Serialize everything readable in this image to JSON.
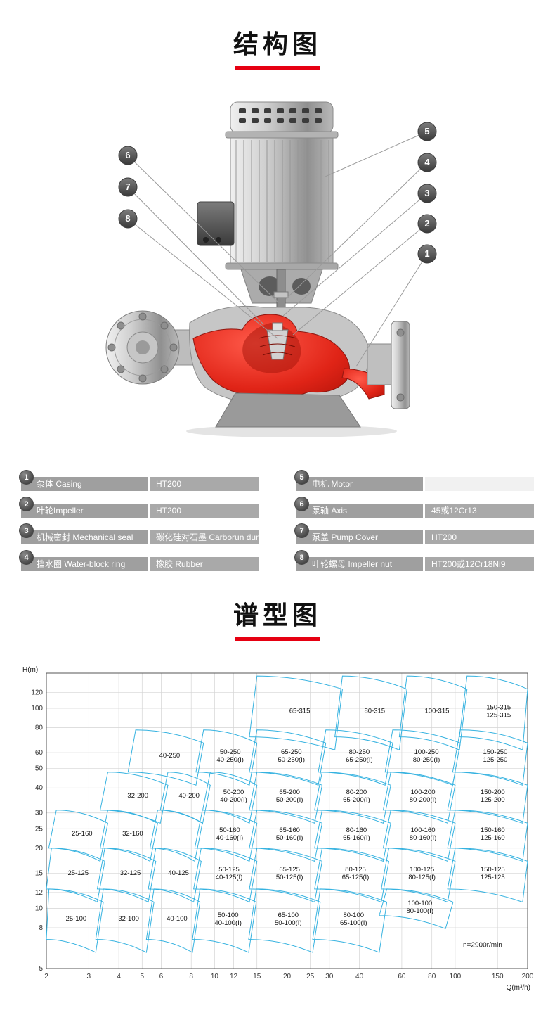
{
  "structure_section": {
    "title": "结构图",
    "accent_color": "#e60012",
    "callouts_left": [
      "6",
      "7",
      "8"
    ],
    "callouts_right": [
      "5",
      "4",
      "3",
      "2",
      "1"
    ],
    "parts": [
      {
        "no": "1",
        "name": "泵体 Casing",
        "material": "HT200"
      },
      {
        "no": "2",
        "name": "叶轮Impeller",
        "material": "HT200"
      },
      {
        "no": "3",
        "name": "机械密封 Mechanical seal",
        "material": "碳化硅对石墨 Carborun dum"
      },
      {
        "no": "4",
        "name": "挡水圈 Water-block ring",
        "material": "橡胶 Rubber"
      },
      {
        "no": "5",
        "name": "电机 Motor",
        "material": ""
      },
      {
        "no": "6",
        "name": "泵轴 Axis",
        "material": "45或12Cr13"
      },
      {
        "no": "7",
        "name": "泵盖 Pump Cover",
        "material": "HT200"
      },
      {
        "no": "8",
        "name": "叶轮螺母 Impeller nut",
        "material": "HT200或12Cr18Ni9"
      }
    ]
  },
  "spectrum_section": {
    "title": "谱型图"
  },
  "chart_data": {
    "type": "area",
    "title": "谱型图",
    "xlabel": "Q(m³/h)",
    "ylabel": "H(m)",
    "x_scale": "log",
    "y_scale": "log",
    "xlim": [
      2,
      200
    ],
    "ylim": [
      5,
      150
    ],
    "x_ticks": [
      2,
      3,
      4,
      5,
      6,
      8,
      10,
      12,
      15,
      20,
      25,
      30,
      40,
      60,
      80,
      100,
      150,
      200
    ],
    "y_ticks": [
      5,
      8,
      10,
      12,
      15,
      20,
      25,
      30,
      40,
      50,
      60,
      80,
      100,
      120
    ],
    "grid": true,
    "line_color": "#35b2e0",
    "annotation": {
      "text": "n=2900r/min",
      "q": 130,
      "h": 6.4
    },
    "regions": [
      {
        "labels": [
          "65-315"
        ],
        "q": [
          15,
          34
        ],
        "h": [
          72,
          145
        ]
      },
      {
        "labels": [
          "80-315"
        ],
        "q": [
          34,
          63
        ],
        "h": [
          72,
          145
        ]
      },
      {
        "labels": [
          "100-315"
        ],
        "q": [
          63,
          112
        ],
        "h": [
          72,
          145
        ]
      },
      {
        "labels": [
          "150-315",
          "125-315"
        ],
        "q": [
          112,
          205
        ],
        "h": [
          72,
          145
        ]
      },
      {
        "labels": [
          "40-250"
        ],
        "q": [
          4.7,
          9
        ],
        "h": [
          48,
          78
        ]
      },
      {
        "labels": [
          "50-250",
          "40-250(I)"
        ],
        "q": [
          9,
          15
        ],
        "h": [
          48,
          78
        ]
      },
      {
        "labels": [
          "65-250",
          "50-250(I)"
        ],
        "q": [
          15,
          29
        ],
        "h": [
          48,
          78
        ]
      },
      {
        "labels": [
          "80-250",
          "65-250(I)"
        ],
        "q": [
          29,
          55
        ],
        "h": [
          48,
          78
        ]
      },
      {
        "labels": [
          "100-250",
          "80-250(I)"
        ],
        "q": [
          55,
          105
        ],
        "h": [
          48,
          78
        ]
      },
      {
        "labels": [
          "150-250",
          "125-250"
        ],
        "q": [
          105,
          205
        ],
        "h": [
          48,
          78
        ]
      },
      {
        "labels": [
          "32-200"
        ],
        "q": [
          3.6,
          6.4
        ],
        "h": [
          31,
          48
        ]
      },
      {
        "labels": [
          "40-200"
        ],
        "q": [
          6.4,
          9.6
        ],
        "h": [
          31,
          48
        ]
      },
      {
        "labels": [
          "50-200",
          "40-200(I)"
        ],
        "q": [
          9.6,
          15
        ],
        "h": [
          31,
          48
        ]
      },
      {
        "labels": [
          "65-200",
          "50-200(I)"
        ],
        "q": [
          15,
          28
        ],
        "h": [
          31,
          48
        ]
      },
      {
        "labels": [
          "80-200",
          "65-200(I)"
        ],
        "q": [
          28,
          54
        ],
        "h": [
          31,
          48
        ]
      },
      {
        "labels": [
          "100-200",
          "80-200(I)"
        ],
        "q": [
          54,
          100
        ],
        "h": [
          31,
          48
        ]
      },
      {
        "labels": [
          "150-200",
          "125-200"
        ],
        "q": [
          100,
          205
        ],
        "h": [
          31,
          48
        ]
      },
      {
        "labels": [
          "25-160"
        ],
        "q": [
          2.2,
          3.6
        ],
        "h": [
          20,
          31
        ]
      },
      {
        "labels": [
          "32-160"
        ],
        "q": [
          3.6,
          5.8
        ],
        "h": [
          20,
          31
        ]
      },
      {
        "labels": [],
        "q": [
          5.8,
          8.9
        ],
        "h": [
          20,
          31
        ]
      },
      {
        "labels": [
          "50-160",
          "40-160(I)"
        ],
        "q": [
          8.9,
          15
        ],
        "h": [
          20,
          31
        ]
      },
      {
        "labels": [
          "65-160",
          "50-160(I)"
        ],
        "q": [
          15,
          28
        ],
        "h": [
          20,
          31
        ]
      },
      {
        "labels": [
          "80-160",
          "65-160(I)"
        ],
        "q": [
          28,
          54
        ],
        "h": [
          20,
          31
        ]
      },
      {
        "labels": [
          "100-160",
          "80-160(I)"
        ],
        "q": [
          54,
          100
        ],
        "h": [
          20,
          31
        ]
      },
      {
        "labels": [
          "150-160",
          "125-160"
        ],
        "q": [
          100,
          205
        ],
        "h": [
          20,
          31
        ]
      },
      {
        "labels": [
          "25-125"
        ],
        "q": [
          2.1,
          3.5
        ],
        "h": [
          12.5,
          20
        ]
      },
      {
        "labels": [
          "32-125"
        ],
        "q": [
          3.5,
          5.7
        ],
        "h": [
          12.5,
          20
        ]
      },
      {
        "labels": [
          "40-125"
        ],
        "q": [
          5.7,
          8.8
        ],
        "h": [
          12.5,
          20
        ]
      },
      {
        "labels": [
          "50-125",
          "40-125(I)"
        ],
        "q": [
          8.8,
          15
        ],
        "h": [
          12.5,
          20
        ]
      },
      {
        "labels": [
          "65-125",
          "50-125(I)"
        ],
        "q": [
          15,
          28
        ],
        "h": [
          12.5,
          20
        ]
      },
      {
        "labels": [
          "80-125",
          "65-125(I)"
        ],
        "q": [
          28,
          53
        ],
        "h": [
          12.5,
          20
        ]
      },
      {
        "labels": [
          "100-125",
          "80-125(I)"
        ],
        "q": [
          53,
          100
        ],
        "h": [
          12.5,
          20
        ]
      },
      {
        "labels": [
          "150-125",
          "125-125"
        ],
        "q": [
          100,
          205
        ],
        "h": [
          12.5,
          20
        ]
      },
      {
        "labels": [
          "25-100"
        ],
        "q": [
          2.05,
          3.45
        ],
        "h": [
          7,
          12.5
        ]
      },
      {
        "labels": [
          "32-100"
        ],
        "q": [
          3.45,
          5.6
        ],
        "h": [
          7,
          12.5
        ]
      },
      {
        "labels": [
          "40-100"
        ],
        "q": [
          5.6,
          8.7
        ],
        "h": [
          7,
          12.5
        ]
      },
      {
        "labels": [
          "50-100",
          "40-100(I)"
        ],
        "q": [
          8.7,
          14.9
        ],
        "h": [
          7,
          12.5
        ]
      },
      {
        "labels": [
          "65-100",
          "50-100(I)"
        ],
        "q": [
          14.9,
          27.5
        ],
        "h": [
          7,
          12.5
        ]
      },
      {
        "labels": [
          "80-100",
          "65-100(I)"
        ],
        "q": [
          27.5,
          52
        ],
        "h": [
          7,
          12.5
        ]
      },
      {
        "labels": [
          "100-100",
          "80-100(I)"
        ],
        "q": [
          52,
          98
        ],
        "h": [
          9.2,
          12.5
        ]
      }
    ]
  }
}
